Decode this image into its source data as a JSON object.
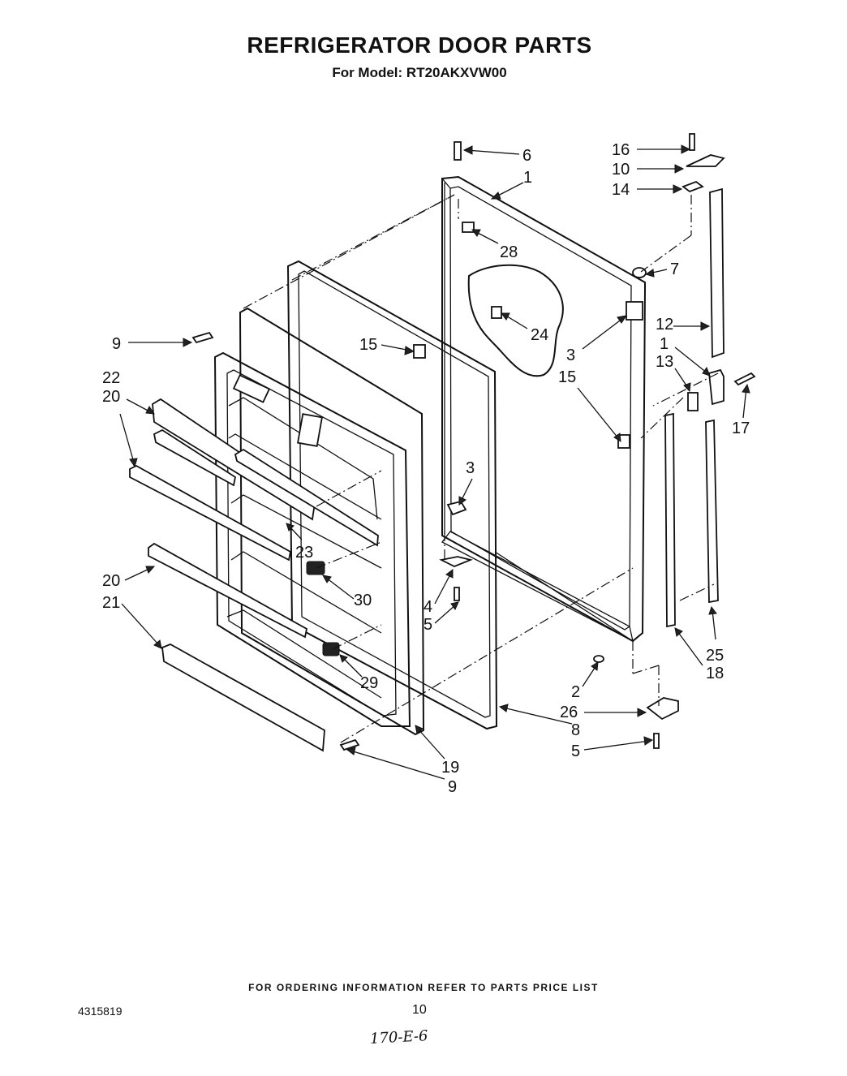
{
  "header": {
    "title": "REFRIGERATOR DOOR PARTS",
    "model": "For Model: RT20AKXVW00"
  },
  "diagram": {
    "callouts": [
      "6",
      "1",
      "16",
      "10",
      "14",
      "28",
      "7",
      "24",
      "9",
      "15",
      "3",
      "12",
      "1",
      "13",
      "15",
      "22",
      "20",
      "17",
      "3",
      "23",
      "30",
      "20",
      "21",
      "4",
      "5",
      "25",
      "18",
      "2",
      "29",
      "26",
      "8",
      "5",
      "19",
      "9"
    ]
  },
  "footer": {
    "ordering_note": "FOR ORDERING INFORMATION REFER TO PARTS PRICE LIST",
    "doc_number": "4315819",
    "page_number": "10",
    "handwritten_note": "170-E-6"
  }
}
